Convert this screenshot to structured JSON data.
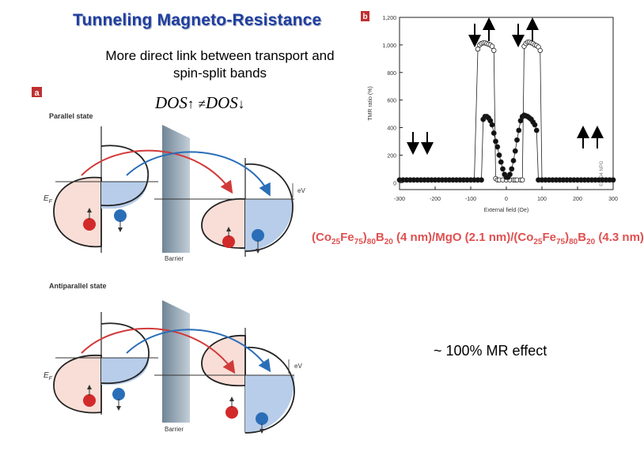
{
  "slide": {
    "title": "Tunneling Magneto-Resistance",
    "subtitle": "More direct link between transport and spin-split bands",
    "dos_left": "DOS",
    "dos_up_arrow": "↑",
    "dos_neq": "≠",
    "dos_right": "DOS",
    "dos_down_arrow": "↓",
    "mr_effect": "~ 100% MR effect"
  },
  "panel_a": {
    "badge": "a",
    "parallel_label": "Parallel state",
    "antiparallel_label": "Antiparallel state",
    "ef_label": "E",
    "ef_sub": "F",
    "ev_label": "eV",
    "barrier_label": "Barrier",
    "colors": {
      "spin_up_band": "#f8ded6",
      "spin_down_fill": "#b7cdea",
      "red_arrow": "#d23a3a",
      "blue_arrow": "#2a6eb8",
      "barrier": "#8fa2b2"
    }
  },
  "panel_b": {
    "badge": "b",
    "copyright": "©2004 NPG",
    "formula": {
      "p1": "(Co",
      "s1": "25",
      "p2": "Fe",
      "s2": "75",
      "p3": ")",
      "s3": "80",
      "p4": "B",
      "s4": "20",
      "p5": " (4 nm)/MgO (2.1 nm)/(Co",
      "s5": "25",
      "p6": "Fe",
      "s6": "75",
      "p7": ")",
      "s7": "80",
      "p8": "B",
      "s8": "20",
      "p9": " (4.3 nm)"
    }
  },
  "chart_data": {
    "type": "scatter",
    "xlabel": "External field (Oe)",
    "ylabel": "TMR ratio (%)",
    "xlim": [
      -300,
      300
    ],
    "ylim": [
      -50,
      1200
    ],
    "x_ticks": [
      -300,
      -200,
      -100,
      0,
      100,
      200,
      300
    ],
    "x_tick_labels": [
      "-300",
      "-200",
      "-100",
      "0",
      "100",
      "200",
      "300"
    ],
    "y_ticks": [
      0,
      200,
      400,
      600,
      800,
      1000,
      1200
    ],
    "y_tick_labels": [
      "0",
      "200",
      "400",
      "600",
      "800",
      "1,000",
      "1,200"
    ],
    "grid": false,
    "series": [
      {
        "marker": "open",
        "x": [
          -300,
          -290,
          -280,
          -270,
          -260,
          -250,
          -240,
          -230,
          -220,
          -210,
          -200,
          -190,
          -180,
          -170,
          -160,
          -150,
          -140,
          -130,
          -120,
          -110,
          -100,
          -90,
          -80,
          -75,
          -70,
          -65,
          -60,
          -55,
          -50,
          -45,
          -40,
          -35,
          -30,
          -25,
          -20,
          -10,
          0,
          10,
          20,
          25,
          30,
          40,
          45,
          50,
          55,
          60,
          65,
          70,
          75,
          80,
          85,
          90,
          95,
          100,
          110,
          120,
          130,
          140,
          150,
          160,
          170,
          180,
          190,
          200,
          210,
          220,
          230,
          240,
          250,
          260,
          270,
          280,
          290,
          300
        ],
        "y": [
          20,
          20,
          20,
          20,
          20,
          20,
          20,
          20,
          20,
          20,
          20,
          20,
          20,
          20,
          20,
          20,
          20,
          20,
          20,
          20,
          20,
          20,
          970,
          1000,
          1010,
          1015,
          1015,
          1010,
          1005,
          1000,
          990,
          960,
          30,
          20,
          20,
          20,
          20,
          20,
          20,
          20,
          20,
          20,
          20,
          990,
          1010,
          1020,
          1020,
          1015,
          1010,
          1000,
          995,
          985,
          960,
          20,
          20,
          20,
          20,
          20,
          20,
          20,
          20,
          20,
          20,
          20,
          20,
          20,
          20,
          20,
          20,
          20,
          20,
          20,
          20,
          20
        ]
      },
      {
        "marker": "filled",
        "x": [
          -300,
          -290,
          -280,
          -270,
          -260,
          -250,
          -240,
          -230,
          -220,
          -210,
          -200,
          -190,
          -180,
          -170,
          -160,
          -150,
          -140,
          -130,
          -120,
          -110,
          -100,
          -90,
          -80,
          -70,
          -65,
          -60,
          -55,
          -50,
          -45,
          -40,
          -35,
          -30,
          -25,
          -20,
          -15,
          -10,
          -5,
          0,
          5,
          10,
          15,
          20,
          25,
          30,
          35,
          40,
          45,
          50,
          55,
          60,
          65,
          70,
          75,
          80,
          85,
          90,
          100,
          110,
          120,
          130,
          140,
          150,
          160,
          170,
          180,
          190,
          200,
          210,
          220,
          230,
          240,
          250,
          260,
          270,
          280,
          290,
          300
        ],
        "y": [
          20,
          20,
          20,
          20,
          20,
          20,
          20,
          20,
          20,
          20,
          20,
          20,
          20,
          20,
          20,
          20,
          20,
          20,
          20,
          20,
          20,
          20,
          20,
          20,
          460,
          480,
          480,
          470,
          450,
          420,
          360,
          300,
          260,
          200,
          150,
          100,
          60,
          40,
          40,
          60,
          100,
          160,
          230,
          310,
          380,
          450,
          480,
          490,
          485,
          480,
          470,
          460,
          440,
          420,
          380,
          20,
          20,
          20,
          20,
          20,
          20,
          20,
          20,
          20,
          20,
          20,
          20,
          20,
          20,
          20,
          20,
          20,
          20,
          20,
          20,
          20,
          20
        ]
      }
    ]
  }
}
